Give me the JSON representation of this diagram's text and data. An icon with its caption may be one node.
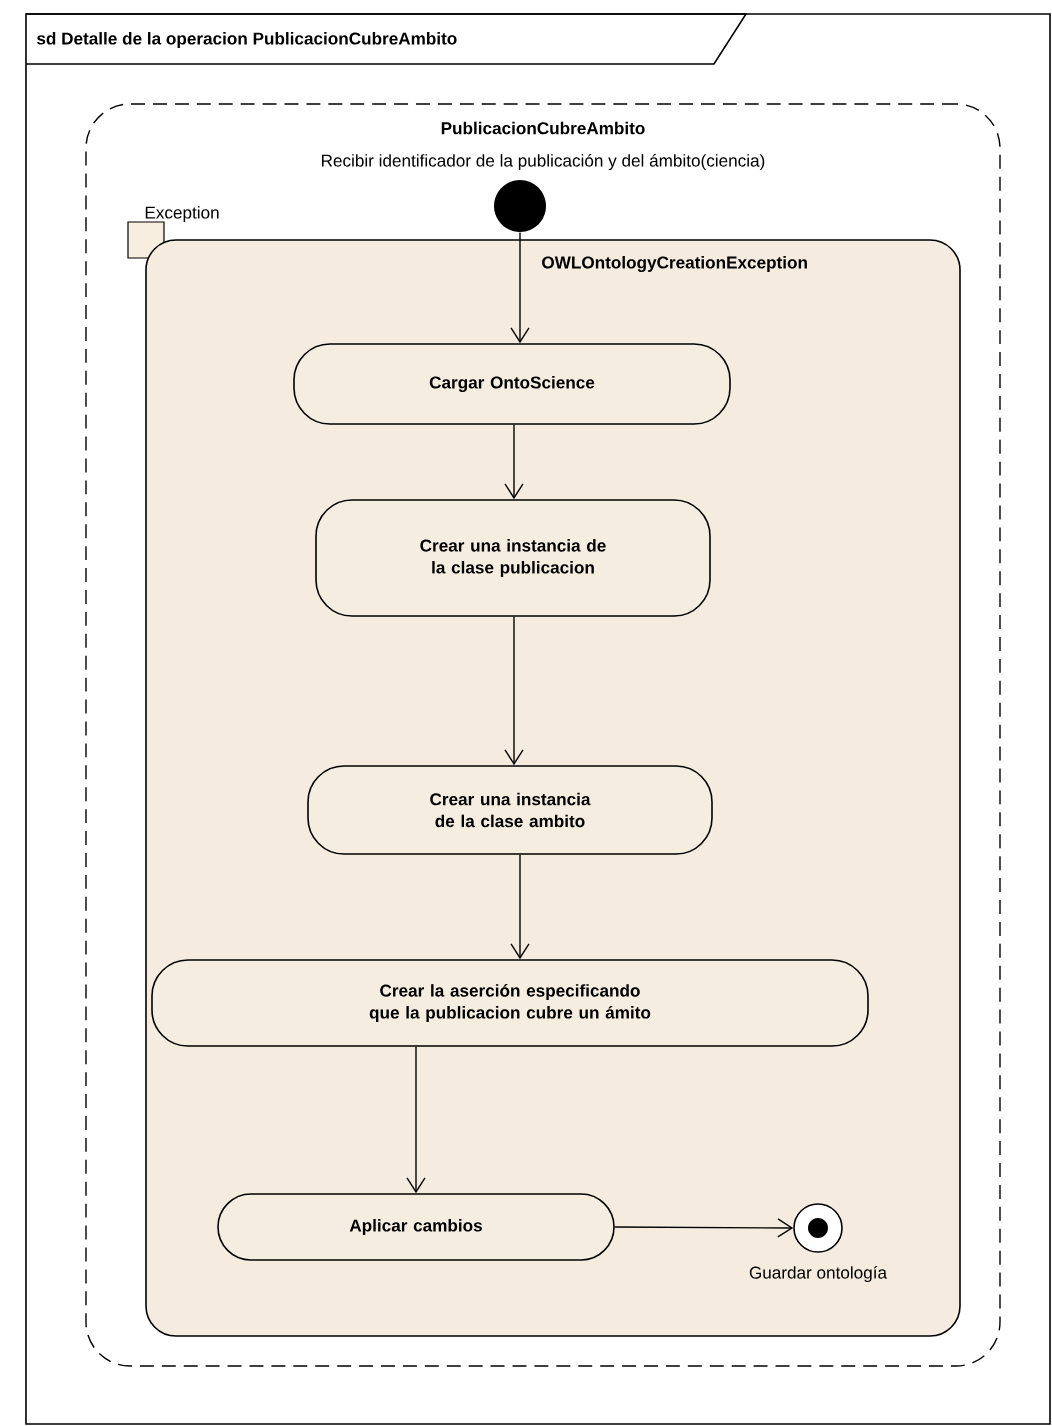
{
  "diagram": {
    "nodes": [
      {
        "text": [
          "sd Detalle de la operacion PublicacionCubreAmbito"
        ]
      },
      {
        "text": [
          "PublicacionCubreAmbito",
          "Recibir identificador de la publicación y del ámbito(ciencia)"
        ],
        "in": 0
      },
      {
        "text": [],
        "shape": "box",
        "beside": [
          "Exception"
        ],
        "in": 1
      },
      {
        "text": [],
        "shape": "circle",
        "in": 1
      },
      {
        "text": [
          "OWLOntologyCreationException"
        ],
        "in": 1
      },
      {
        "text": [
          "Cargar OntoScience"
        ],
        "in": 4
      },
      {
        "text": [
          "Crear una instancia de la clase publicacion"
        ],
        "in": 4
      },
      {
        "text": [
          "Crear una instancia de la clase ambito"
        ],
        "in": 4
      },
      {
        "text": [
          "Crear la aserción especificando que la publicacion cubre un ámito"
        ],
        "in": 4
      },
      {
        "text": [
          "Aplicar cambios"
        ],
        "in": 4
      },
      {
        "text": [],
        "shape": "circle",
        "beside": [
          "Guardar ontología"
        ],
        "in": 4
      }
    ],
    "edges": [
      {
        "from": 3,
        "to": 5,
        "arrow": "to"
      },
      {
        "from": 5,
        "to": 6,
        "arrow": "to"
      },
      {
        "from": 6,
        "to": 7,
        "arrow": "to"
      },
      {
        "from": 7,
        "to": 8,
        "arrow": "to"
      },
      {
        "from": 8,
        "to": 9,
        "arrow": "to"
      },
      {
        "from": 9,
        "to": 10,
        "arrow": "to"
      }
    ]
  }
}
